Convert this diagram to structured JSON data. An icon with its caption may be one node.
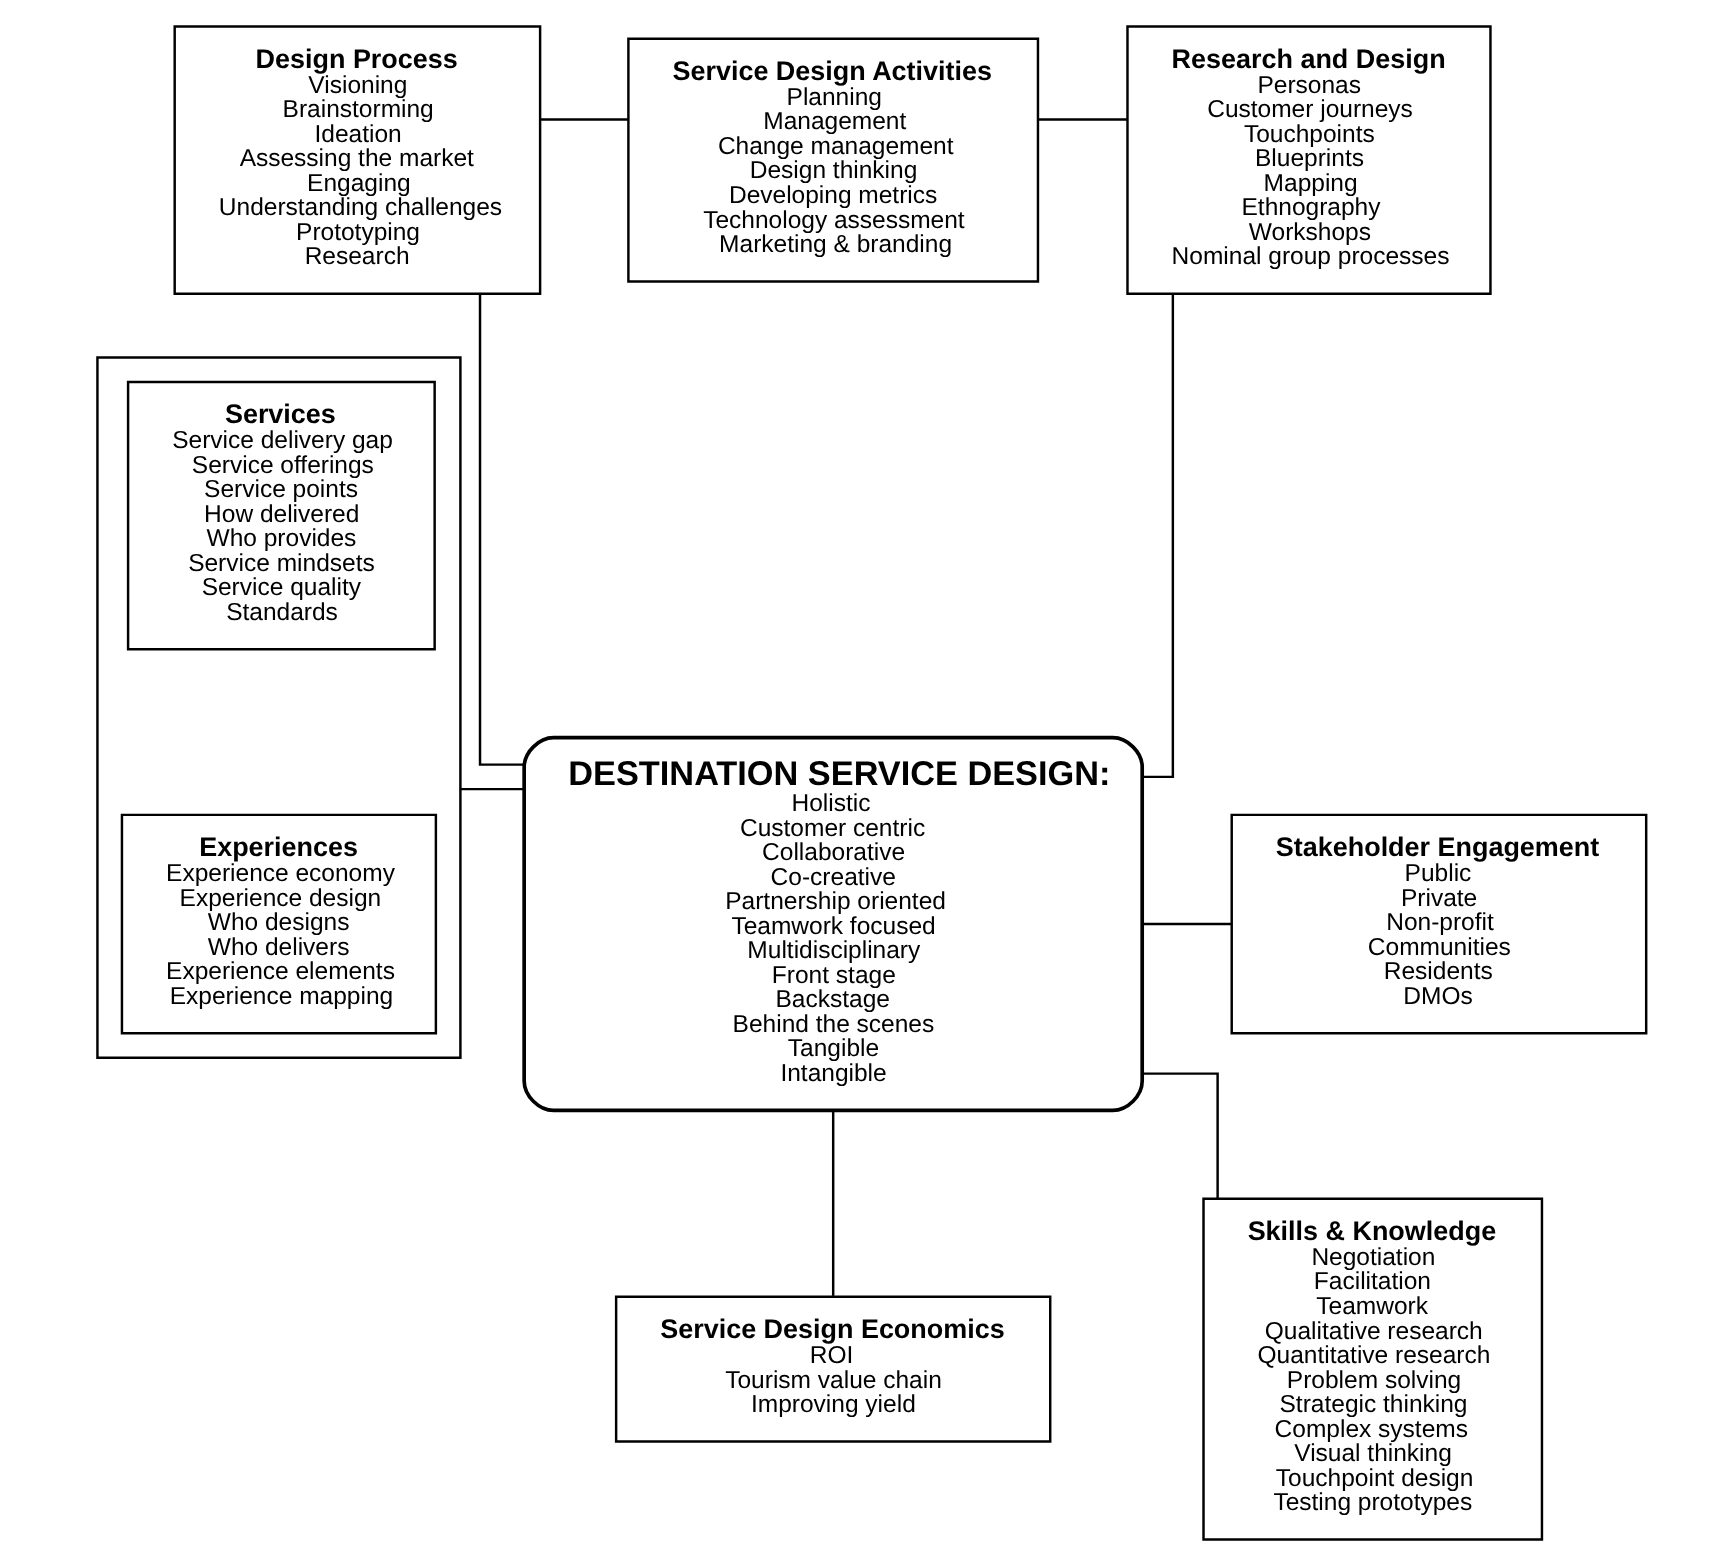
{
  "diagram": {
    "nodes": [
      {
        "text": [
          "Design Process",
          "Visioning",
          "Brainstorming",
          "Ideation",
          "Assessing the market",
          "Engaging",
          "Understanding challenges",
          "Prototyping",
          "Research"
        ]
      },
      {
        "text": [
          "Service Design Activities",
          "Planning",
          "Management",
          "Change management",
          "Design thinking",
          "Developing metrics",
          "Technology assessment",
          "Marketing & branding"
        ]
      },
      {
        "text": [
          "Research and Design",
          "Personas",
          "Customer journeys",
          "Touchpoints",
          "Blueprints",
          "Mapping",
          "Ethnography",
          "Workshops",
          "Nominal group processes"
        ]
      },
      {
        "text": [],
        "shape": "box"
      },
      {
        "text": [
          "Services",
          "Service delivery gap",
          "Service offerings",
          "Service points",
          "How delivered",
          "Who provides",
          "Service mindsets",
          "Service quality",
          "Standards"
        ],
        "in": 3
      },
      {
        "text": [
          "Experiences",
          "Experience economy",
          "Experience design",
          "Who designs",
          "Who delivers",
          "Experience elements",
          "Experience mapping"
        ],
        "in": 3
      },
      {
        "text": [
          "DESTINATION SERVICE DESIGN:",
          "Holistic",
          "Customer centric",
          "Collaborative",
          "Co-creative",
          "Partnership oriented",
          "Teamwork focused",
          "Multidisciplinary",
          "Front stage",
          "Backstage",
          "Behind the scenes",
          "Tangible",
          "Intangible"
        ]
      },
      {
        "text": [
          "Stakeholder Engagement",
          "Public",
          "Private",
          "Non-profit",
          "Communities",
          "Residents",
          "DMOs"
        ]
      },
      {
        "text": [
          "Skills & Knowledge",
          "Negotiation",
          "Facilitation",
          "Teamwork",
          "Qualitative research",
          "Quantitative research",
          "Problem solving",
          "Strategic thinking",
          "Complex systems",
          "Visual thinking",
          "Touchpoint design",
          "Testing prototypes"
        ]
      },
      {
        "text": [
          "Service Design Economics",
          "ROI",
          "Tourism value chain",
          "Improving yield"
        ]
      }
    ],
    "edges": [
      {
        "from": 0,
        "to": 1,
        "arrow": "none"
      },
      {
        "from": 1,
        "to": 2,
        "arrow": "none"
      },
      {
        "from": 0,
        "to": 6,
        "arrow": "none"
      },
      {
        "from": 2,
        "to": 6,
        "arrow": "none"
      },
      {
        "from": 3,
        "to": 6,
        "arrow": "none"
      },
      {
        "from": 6,
        "to": 7,
        "arrow": "none"
      },
      {
        "from": 6,
        "to": 8,
        "arrow": "none"
      },
      {
        "from": 6,
        "to": 9,
        "arrow": "none"
      }
    ]
  }
}
